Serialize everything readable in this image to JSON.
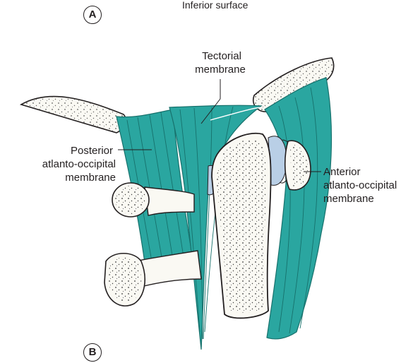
{
  "panels": {
    "a_label": "A",
    "b_label": "B"
  },
  "top_caption": "Inferior surface",
  "labels": {
    "tectorial": [
      "Tectorial",
      "membrane"
    ],
    "posterior": [
      "Posterior",
      "atlanto-occipital",
      "membrane"
    ],
    "anterior": [
      "Anterior",
      "atlanto-occipital",
      "membrane"
    ]
  },
  "colors": {
    "ligament": "#2aa6a0",
    "ligament_line": "#17716c",
    "bone_fill": "#faf9f3",
    "bone_outline": "#231f20",
    "cartilage": "#b9cfe6",
    "label_text": "#231f20"
  }
}
